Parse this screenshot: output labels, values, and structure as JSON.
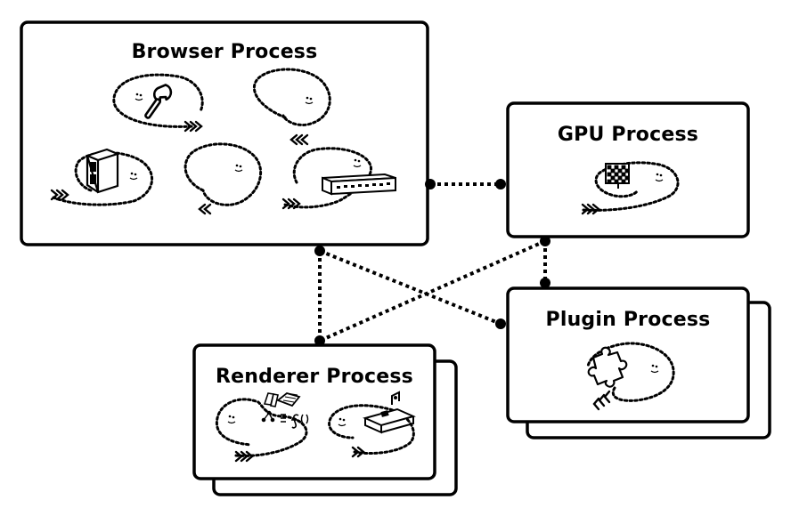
{
  "processes": {
    "browser": {
      "label": "Browser Process"
    },
    "gpu": {
      "label": "GPU Process"
    },
    "plugin": {
      "label": "Plugin Process"
    },
    "renderer": {
      "label": "Renderer Process"
    }
  },
  "icons": {
    "browser": [
      "wrench-icon",
      "thread-loop-icon",
      "file-cabinet-icon",
      "thread-loop-icon",
      "network-switch-icon"
    ],
    "gpu": [
      "pixel-grid-icon"
    ],
    "plugin": [
      "puzzle-piece-icon"
    ],
    "renderer": [
      "toolbox-icon",
      "code-icon",
      "bed-icon"
    ]
  },
  "connections": [
    [
      "browser",
      "gpu"
    ],
    [
      "browser",
      "renderer"
    ],
    [
      "browser",
      "plugin"
    ],
    [
      "gpu",
      "renderer"
    ],
    [
      "gpu",
      "plugin"
    ]
  ]
}
